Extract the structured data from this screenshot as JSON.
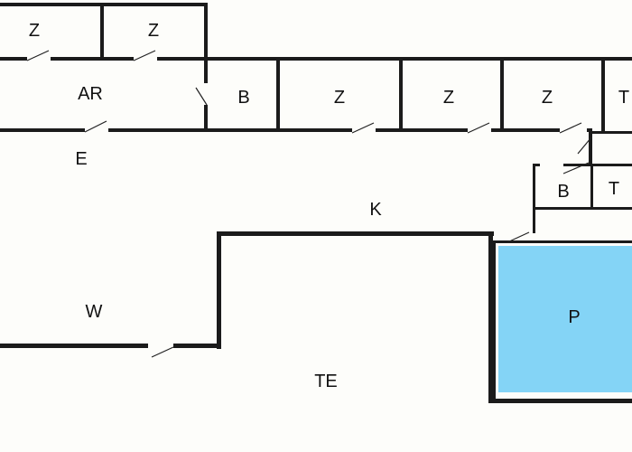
{
  "colors": {
    "wall": "#1b1b1b",
    "background": "#fdfdfa",
    "pool": "#84d4f6"
  },
  "rooms": {
    "z1": "Z",
    "z2": "Z",
    "ar": "AR",
    "b1": "B",
    "z3": "Z",
    "z4": "Z",
    "z5": "Z",
    "t1": "T",
    "e": "E",
    "b2": "B",
    "t2": "T",
    "k": "K",
    "w": "W",
    "p": "P",
    "te": "TE"
  }
}
